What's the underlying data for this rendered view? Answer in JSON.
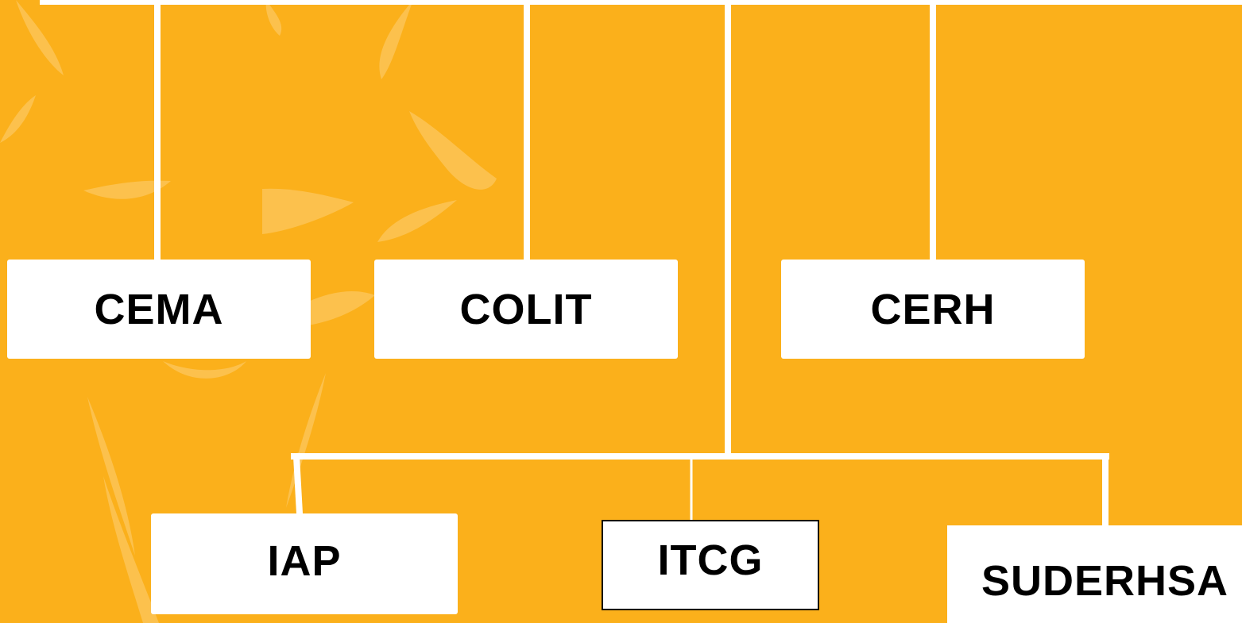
{
  "diagram": {
    "type": "org-chart",
    "colors": {
      "background": "#FBB01B",
      "box": "#FFFFFF",
      "text": "#000000",
      "connector": "#FFFFFF"
    },
    "nodes": {
      "cema": "CEMA",
      "colit": "COLIT",
      "cerh": "CERH",
      "iap": "IAP",
      "itcg": "ITCG",
      "suderhsa": "SUDERHSA"
    }
  }
}
